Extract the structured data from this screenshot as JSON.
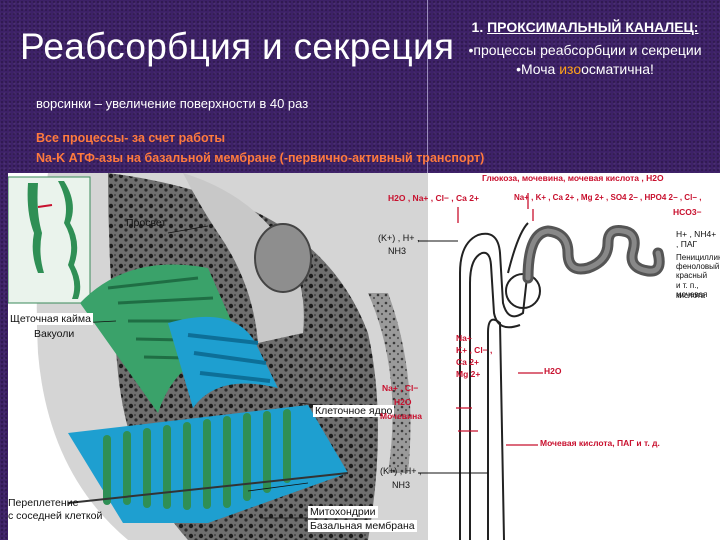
{
  "slide": {
    "title": "Реабсорбция и секреция",
    "subtitle": "ворсинки – увеличение поверхности в 40 раз",
    "right_box": {
      "heading_num": "1.",
      "heading_underlined": "ПРОКСИМАЛЬНЫЙ КАНАЛЕЦ:",
      "bullet1": "•процессы реабсорбции и секреции",
      "bullet2_pre": "•Моча ",
      "bullet2_accent": "изо",
      "bullet2_post": "осматична!"
    },
    "note_line1": "Все процессы- за счет работы",
    "note_line2": "Na-K АТФ-азы на базальной мембране (-первично-активный транспорт)"
  },
  "figure_left": {
    "labels": {
      "lumen": "Просвет",
      "brush": "Щеточная кайма",
      "vacuoles": "Вакуоли",
      "nucleus": "Клеточное ядро",
      "interlace1": "Переплетение",
      "interlace2": "с соседней клеткой",
      "mito": "Митохондрии",
      "basal": "Базальная мембрана"
    }
  },
  "figure_right": {
    "labels": {
      "top_left": "H2O , Na+ , Cl− , Ca 2+",
      "top_right_1": "Глюкоза, мочевина, мочевая кислота , H2O",
      "top_right_2": "Na+ , K+ , Ca 2+ , Mg 2+ , SO4 2− , HPO4 2− , Cl− ,",
      "top_right_3": "HCO3−",
      "k_left": "(K+) , H+ ,",
      "nh3_left": "NH3",
      "h_nh4": "H+ , NH4+ , ПАГ",
      "penicillin_1": "Пенициллин, феноловый красный",
      "penicillin_2": "и т. п., мочевая",
      "penicillin_3": "кислота",
      "ions_1": "Na+",
      "ions_2": "K+ , Cl− ,",
      "ions_3": "Ca 2+",
      "ions_4": "Mg 2+",
      "h2o_mid": "H2O",
      "nacl": "Na+ , Cl−",
      "h2o_low": "H2O",
      "urea": "Мочевина",
      "uric": "Мочевая кислота, ПАГ и т. д.",
      "k_bottom": "(K+) , H+ ,",
      "nh3_bottom": "NH3"
    }
  }
}
